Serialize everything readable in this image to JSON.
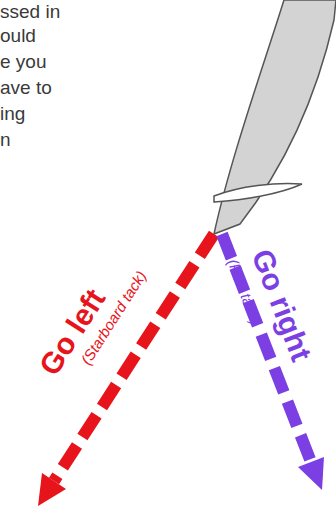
{
  "diagram": {
    "labels": [
      "ssed in",
      "ould",
      "e you",
      "ave to",
      "ing",
      "n",
      "Go left",
      "(Starboard tack)",
      "Go right",
      "(Port tack)"
    ]
  }
}
